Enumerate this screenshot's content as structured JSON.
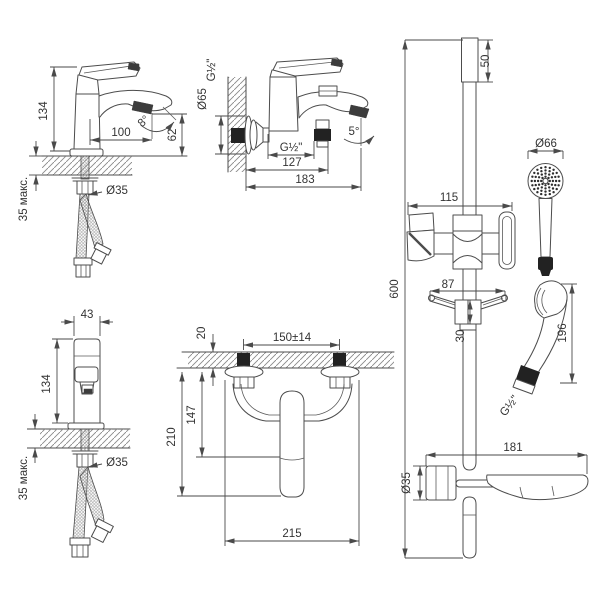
{
  "drawing": "faucet and shower set dimensional drawing",
  "units_note": "mm",
  "colors": {
    "line": "#4c4c4c",
    "text": "#333333",
    "background": "#ffffff",
    "solid_fill": "#222222"
  },
  "views": {
    "basin_mixer_side": {
      "dims": {
        "height": "134",
        "reach": "100",
        "angle": "8°",
        "spout_height": "62",
        "mount_hole": "Ø35",
        "deck_thickness": "35 макс."
      }
    },
    "basin_mixer_front": {
      "dims": {
        "body_width": "43",
        "height": "134",
        "mount_hole": "Ø35",
        "deck_thickness": "35 макс."
      }
    },
    "bath_mixer_side": {
      "dims": {
        "wall_thread": "G½\"",
        "escutcheon": "Ø65",
        "hose_outlet": "G½\"",
        "outlet_offset": "127",
        "reach": "183",
        "angle": "5°"
      }
    },
    "bath_mixer_bottom": {
      "dims": {
        "wall_gap": "20",
        "centers": "150±14",
        "spout_drop": "147",
        "body_drop": "210",
        "width": "215"
      }
    },
    "shower_set": {
      "dims": {
        "top_bracket": "50",
        "holder_width": "115",
        "rail_length": "600",
        "soap_bracket": "87",
        "slider_height": "30",
        "head": "Ø66",
        "handset_length": "196",
        "handset_thread": "G½\"",
        "dish_width": "181",
        "rail_clamp": "Ø35"
      }
    }
  }
}
